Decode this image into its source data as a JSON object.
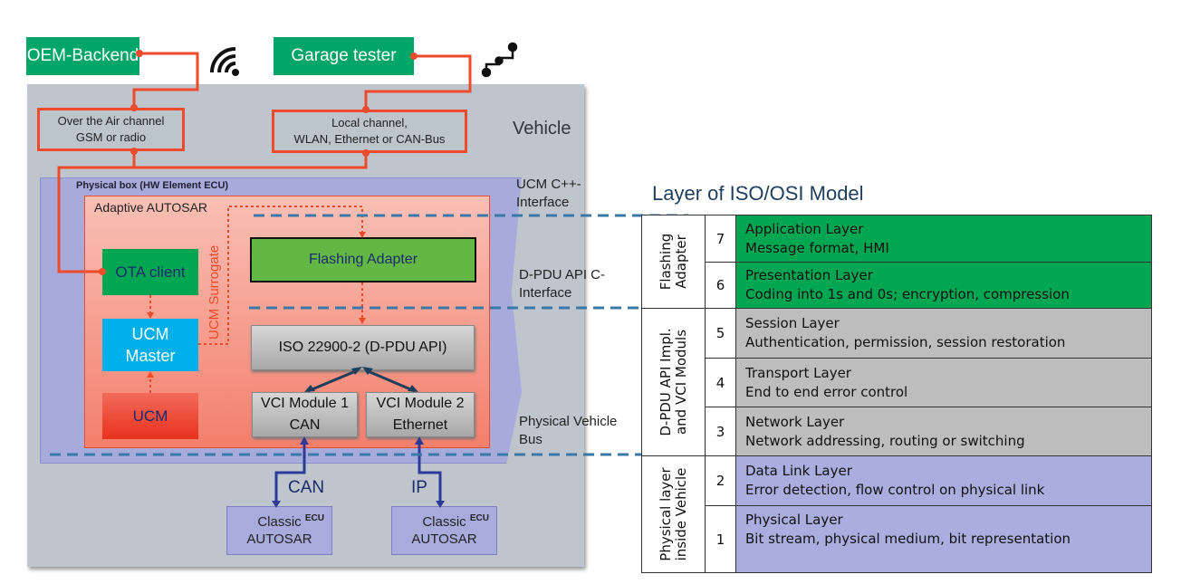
{
  "left": {
    "oem_backend": "OEM-Backend",
    "garage_tester": "Garage tester",
    "vehicle": "Vehicle",
    "ota_channel": [
      "Over the Air channel",
      "GSM or radio"
    ],
    "local_channel": [
      "Local channel,",
      "WLAN, Ethernet or CAN-Bus"
    ],
    "physical_box": "Physical box (HW Element ECU)",
    "adaptive_autosar": "Adaptive AUTOSAR",
    "ucm_surrogate": "UCM Surrogate",
    "ota_client": "OTA client",
    "ucm_master": [
      "UCM",
      "Master"
    ],
    "ucm": "UCM",
    "flashing_adapter": "Flashing Adapter",
    "iso": "ISO 22900-2 (D-PDU API)",
    "vci1": [
      "VCI Module 1",
      "CAN"
    ],
    "vci2": [
      "VCI Module 2",
      "Ethernet"
    ],
    "ucm_interface": [
      "UCM C++-",
      "Interface"
    ],
    "dpdu_interface": [
      "D-PDU API C-",
      "Interface"
    ],
    "phys_bus": [
      "Physical Vehicle",
      "Bus"
    ],
    "can": "CAN",
    "ip": "IP",
    "classic1": {
      "ecu": "ECU",
      "l1": "Classic",
      "l2": "AUTOSAR"
    },
    "classic2": {
      "ecu": "ECU",
      "l1": "Classic",
      "l2": "AUTOSAR"
    },
    "icons": [
      "wifi-icon",
      "network-icon"
    ]
  },
  "osi": {
    "title": "Layer of ISO/OSI Model",
    "groups": [
      [
        "Flashing",
        "Adapter"
      ],
      [
        "D-PDU API Impl.",
        "and VCI Moduls"
      ],
      [
        "Physical layer",
        "inside Vehicle"
      ]
    ],
    "layers": [
      {
        "n": "7",
        "name": "Application Layer",
        "desc": "Message format, HMI"
      },
      {
        "n": "6",
        "name": "Presentation Layer",
        "desc": "Coding into 1s and 0s; encryption, compression"
      },
      {
        "n": "5",
        "name": "Session Layer",
        "desc": "Authentication, permission, session restoration"
      },
      {
        "n": "4",
        "name": "Transport Layer",
        "desc": "End to end error control"
      },
      {
        "n": "3",
        "name": "Network Layer",
        "desc": "Network addressing, routing or switching"
      },
      {
        "n": "2",
        "name": "Data Link Layer",
        "desc": "Error detection, flow control on physical link"
      },
      {
        "n": "1",
        "name": "Physical Layer",
        "desc": "Bit stream, physical medium, bit representation"
      }
    ],
    "colors": {
      "green": "#00a651",
      "gray": "#bdbdbd",
      "lavender": "#a9aede"
    }
  }
}
